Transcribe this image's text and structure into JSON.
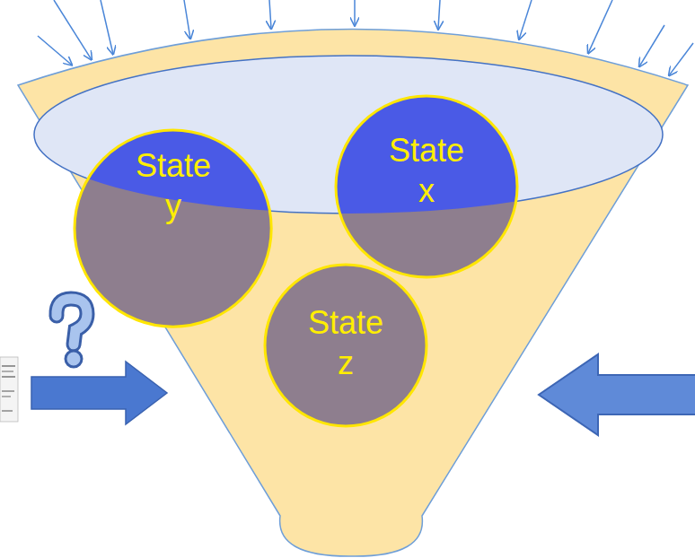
{
  "diagram": {
    "nodes": [
      {
        "text": [
          "State y"
        ]
      },
      {
        "text": [
          "State x"
        ]
      },
      {
        "text": [
          "State z"
        ]
      }
    ]
  }
}
